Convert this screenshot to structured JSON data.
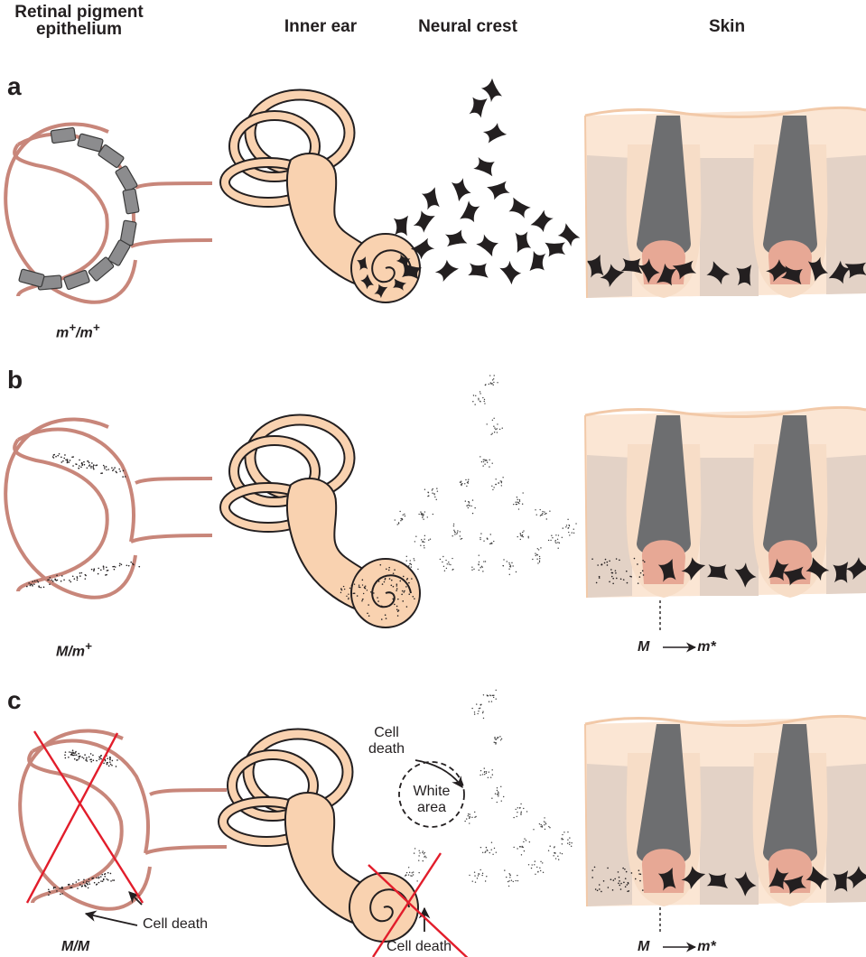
{
  "columns": {
    "rpe": [
      "Retinal pigment",
      "epithelium"
    ],
    "ear": "Inner ear",
    "crest": "Neural crest",
    "skin": "Skin"
  },
  "panels": [
    {
      "letter": "a",
      "genotype_base": "m",
      "genotype_sup": "+",
      "genotype_sep": "/",
      "genotype_base2": "m",
      "genotype_sup2": "+"
    },
    {
      "letter": "b",
      "genotype_base": "M",
      "genotype_sup": "",
      "genotype_sep": "/",
      "genotype_base2": "m",
      "genotype_sup2": "+",
      "skin_note": {
        "from": "M",
        "to": "m*"
      }
    },
    {
      "letter": "c",
      "genotype_base": "M",
      "genotype_sup": "",
      "genotype_sep": "/",
      "genotype_base2": "M",
      "genotype_sup2": "",
      "skin_note": {
        "from": "M",
        "to": "m*"
      },
      "cell_death_top": [
        "Cell",
        "death"
      ],
      "white_area": [
        "White",
        "area"
      ],
      "cell_death_rpe": "Cell death",
      "cell_death_ear": "Cell death"
    }
  ],
  "colors": {
    "rpe_outline": "#c8867a",
    "ear_fill": "#f9d2b0",
    "skin_pale": "#fbe6d4",
    "skin_dermis": "#e3d2c6",
    "hair": "#6d6e70",
    "bulb": "#e7a895",
    "cross": "#e21d2b",
    "melanin": "#231f20"
  }
}
